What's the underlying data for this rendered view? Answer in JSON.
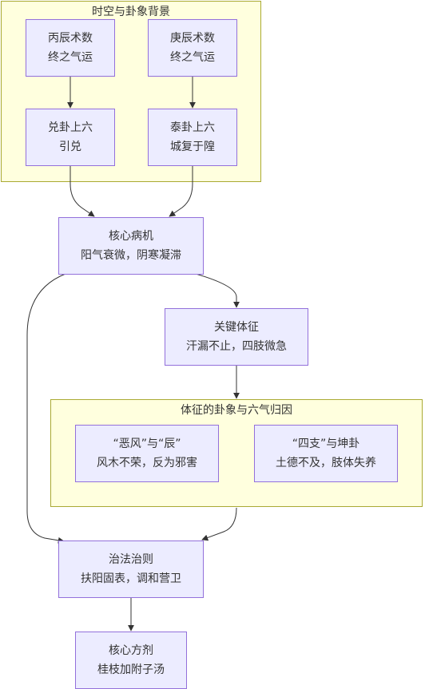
{
  "clusters": {
    "background": {
      "title": "时空与卦象背景"
    },
    "symptoms": {
      "title": "体征的卦象与六气归因"
    }
  },
  "nodes": {
    "bingchen": {
      "line1": "丙辰术数",
      "line2": "终之气运"
    },
    "gengchen": {
      "line1": "庚辰术数",
      "line2": "终之气运"
    },
    "dui": {
      "line1": "兑卦上六",
      "line2": "引兑"
    },
    "tai": {
      "line1": "泰卦上六",
      "line2": "城复于隍"
    },
    "core_pathogenesis": {
      "line1": "核心病机",
      "line2": "阳气衰微，阴寒凝滞"
    },
    "key_signs": {
      "line1": "关键体征",
      "line2": "汗漏不止，四肢微急"
    },
    "wind": {
      "line1": "“恶风”与“辰”",
      "line2": "风木不荣，反为邪害"
    },
    "limbs": {
      "line1": "“四支”与坤卦",
      "line2": "土德不及，肢体失养"
    },
    "treatment": {
      "line1": "治法治则",
      "line2": "扶阳固表，调和营卫"
    },
    "formula": {
      "line1": "核心方剂",
      "line2": "桂枝加附子汤"
    }
  },
  "colors": {
    "node_fill": "#ececff",
    "node_border": "#9370db",
    "cluster_fill": "#ffffde",
    "cluster_border": "#aaaa33",
    "edge": "#333333"
  }
}
